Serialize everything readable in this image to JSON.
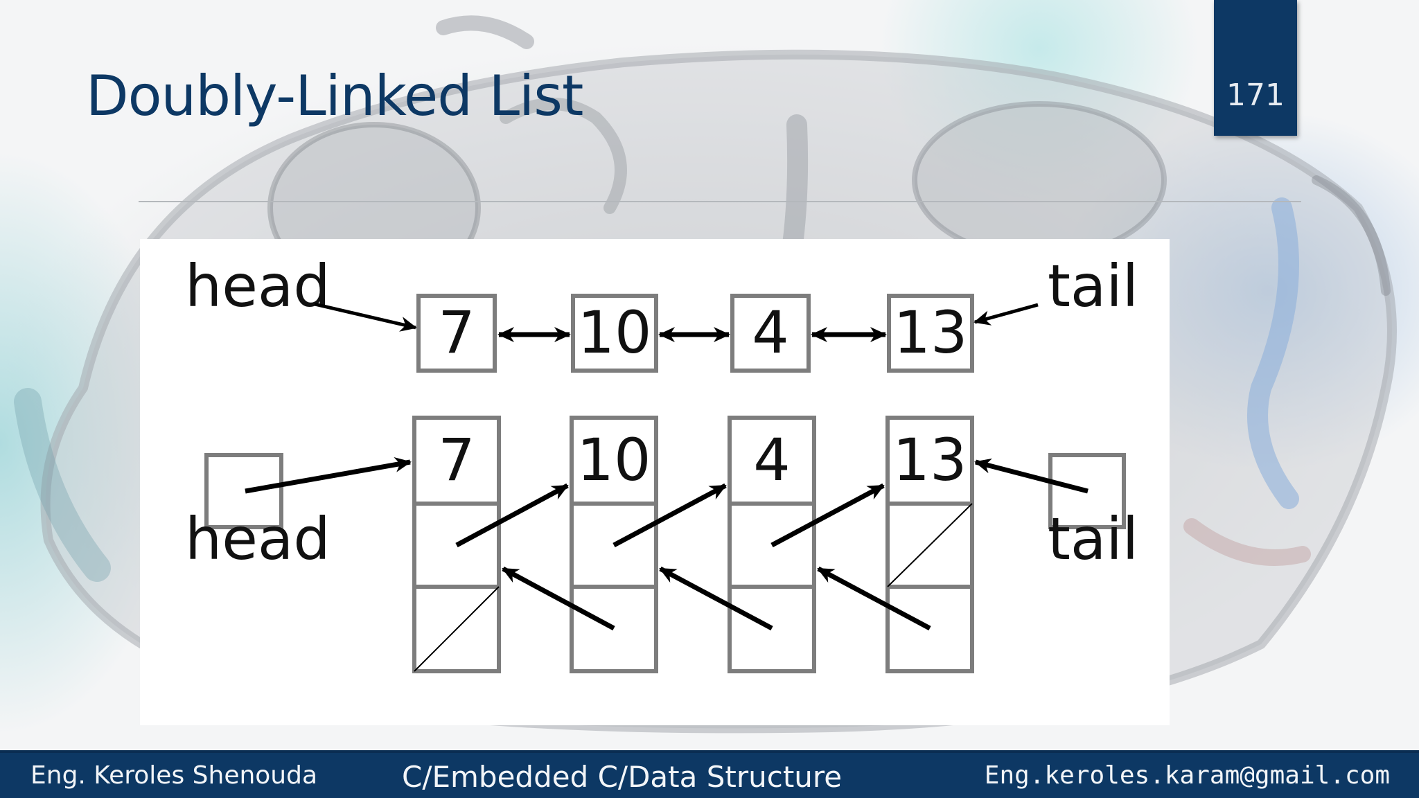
{
  "slide": {
    "title": "Doubly-Linked List",
    "page_number": "171"
  },
  "diagram": {
    "top_row": {
      "head_label": "head",
      "tail_label": "tail",
      "nodes": [
        "7",
        "10",
        "4",
        "13"
      ]
    },
    "bottom_row": {
      "head_label": "head",
      "tail_label": "tail",
      "nodes": [
        "7",
        "10",
        "4",
        "13"
      ]
    }
  },
  "footer": {
    "author": "Eng. Keroles Shenouda",
    "course": "C/Embedded C/Data Structure",
    "email": "Eng.keroles.karam@gmail.com"
  },
  "colors": {
    "brand_navy": "#0d3864",
    "box_stroke": "#7d7d7d",
    "arrow": "#000000"
  }
}
